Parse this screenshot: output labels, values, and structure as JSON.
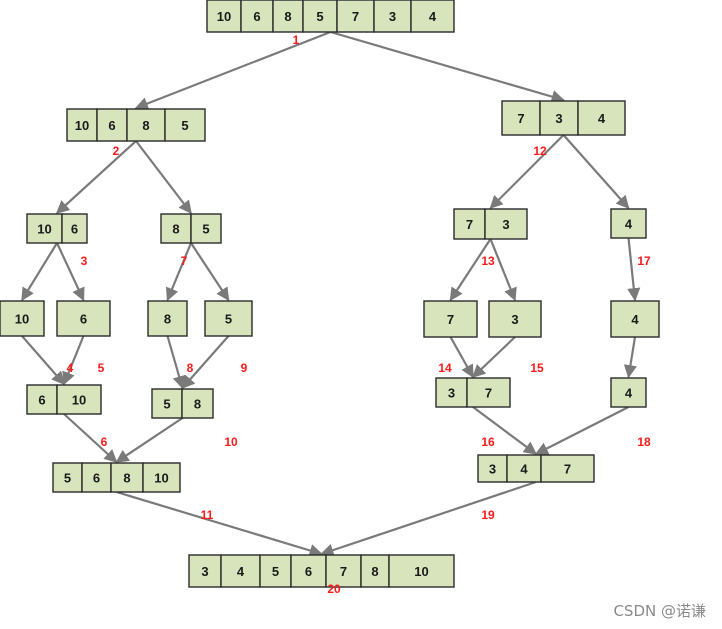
{
  "nodes": [
    {
      "id": "n0",
      "values": [
        "10",
        "6",
        "8",
        "5",
        "7",
        "3",
        "4"
      ]
    },
    {
      "id": "n1",
      "values": [
        "10",
        "6",
        "8",
        "5"
      ]
    },
    {
      "id": "n2",
      "values": [
        "7",
        "3",
        "4"
      ]
    },
    {
      "id": "n3",
      "values": [
        "10",
        "6"
      ]
    },
    {
      "id": "n4",
      "values": [
        "8",
        "5"
      ]
    },
    {
      "id": "n5",
      "values": [
        "10"
      ]
    },
    {
      "id": "n6",
      "values": [
        "6"
      ]
    },
    {
      "id": "n7",
      "values": [
        "8"
      ]
    },
    {
      "id": "n8",
      "values": [
        "5"
      ]
    },
    {
      "id": "n9",
      "values": [
        "6",
        "10"
      ]
    },
    {
      "id": "n10",
      "values": [
        "5",
        "8"
      ]
    },
    {
      "id": "n11",
      "values": [
        "5",
        "6",
        "8",
        "10"
      ]
    },
    {
      "id": "n12",
      "values": [
        "7",
        "3"
      ]
    },
    {
      "id": "n13",
      "values": [
        "4"
      ]
    },
    {
      "id": "n14",
      "values": [
        "7"
      ]
    },
    {
      "id": "n15",
      "values": [
        "3"
      ]
    },
    {
      "id": "n16",
      "values": [
        "4"
      ]
    },
    {
      "id": "n17",
      "values": [
        "3",
        "7"
      ]
    },
    {
      "id": "n18",
      "values": [
        "4"
      ]
    },
    {
      "id": "n19",
      "values": [
        "3",
        "4",
        "7"
      ]
    },
    {
      "id": "n20",
      "values": [
        "3",
        "4",
        "5",
        "6",
        "7",
        "8",
        "10"
      ]
    }
  ],
  "edges": [
    {
      "from": "n0",
      "to": "n1"
    },
    {
      "from": "n0",
      "to": "n2"
    },
    {
      "from": "n1",
      "to": "n3"
    },
    {
      "from": "n1",
      "to": "n4"
    },
    {
      "from": "n3",
      "to": "n5"
    },
    {
      "from": "n3",
      "to": "n6"
    },
    {
      "from": "n4",
      "to": "n7"
    },
    {
      "from": "n4",
      "to": "n8"
    },
    {
      "from": "n5",
      "to": "n9"
    },
    {
      "from": "n6",
      "to": "n9"
    },
    {
      "from": "n7",
      "to": "n10"
    },
    {
      "from": "n8",
      "to": "n10"
    },
    {
      "from": "n9",
      "to": "n11"
    },
    {
      "from": "n10",
      "to": "n11"
    },
    {
      "from": "n2",
      "to": "n12"
    },
    {
      "from": "n2",
      "to": "n13"
    },
    {
      "from": "n12",
      "to": "n14"
    },
    {
      "from": "n12",
      "to": "n15"
    },
    {
      "from": "n13",
      "to": "n16"
    },
    {
      "from": "n14",
      "to": "n17"
    },
    {
      "from": "n15",
      "to": "n17"
    },
    {
      "from": "n16",
      "to": "n18"
    },
    {
      "from": "n17",
      "to": "n19"
    },
    {
      "from": "n18",
      "to": "n19"
    },
    {
      "from": "n11",
      "to": "n20"
    },
    {
      "from": "n19",
      "to": "n20"
    }
  ],
  "step_labels": [
    "1",
    "2",
    "3",
    "4",
    "5",
    "6",
    "7",
    "8",
    "9",
    "10",
    "11",
    "12",
    "13",
    "14",
    "15",
    "16",
    "17",
    "18",
    "19",
    "20"
  ],
  "watermark": "CSDN @诺谦"
}
